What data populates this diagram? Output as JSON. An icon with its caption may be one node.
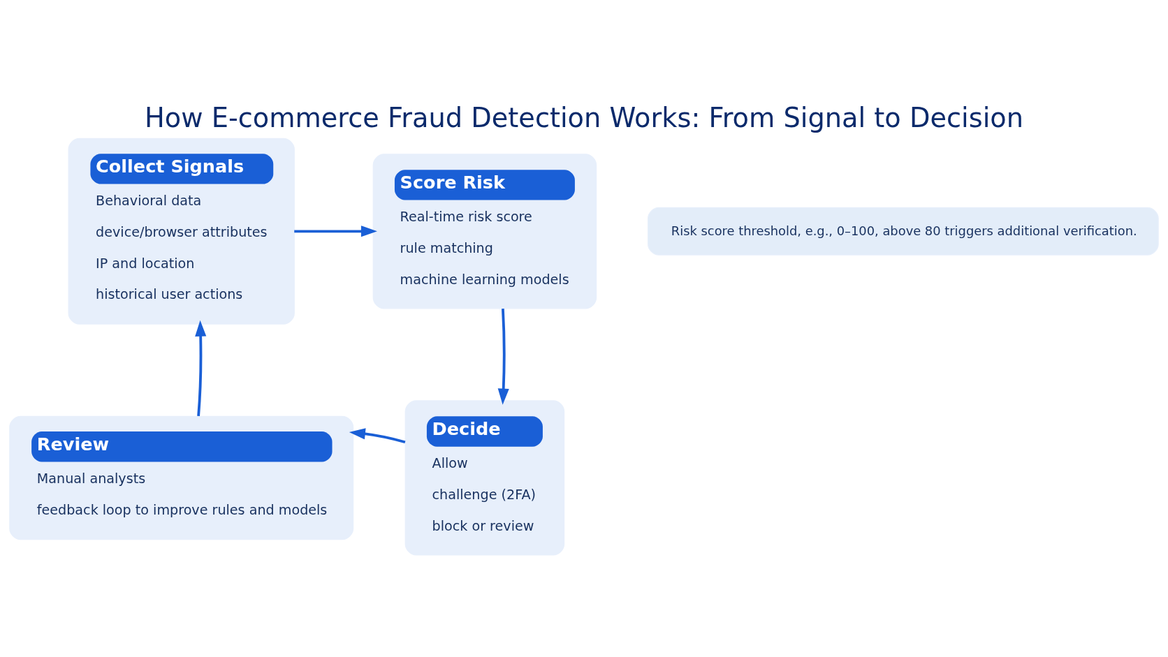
{
  "diagram": {
    "title": "How E-commerce Fraud Detection Works: From Signal to Decision",
    "nodes": [
      {
        "text": [
          "Collect Signals",
          "Behavioral data",
          "device/browser attributes",
          "IP and location",
          "historical user actions"
        ]
      },
      {
        "text": [
          "Score Risk",
          "Real-time risk score",
          "rule matching",
          "machine learning models"
        ]
      },
      {
        "text": [
          "Risk score threshold, e.g., 0–100, above 80 triggers additional verification."
        ]
      },
      {
        "text": [
          "Review",
          "Manual analysts",
          "feedback loop to improve rules and models"
        ]
      },
      {
        "text": [
          "Decide",
          "Allow",
          "challenge (2FA)",
          "block or review"
        ]
      }
    ],
    "edges": [
      {
        "from": 0,
        "to": 1,
        "arrow": "to"
      },
      {
        "from": 1,
        "to": 4,
        "arrow": "to"
      },
      {
        "from": 4,
        "to": 3,
        "arrow": "to"
      },
      {
        "from": 3,
        "to": 0,
        "arrow": "to"
      }
    ]
  }
}
